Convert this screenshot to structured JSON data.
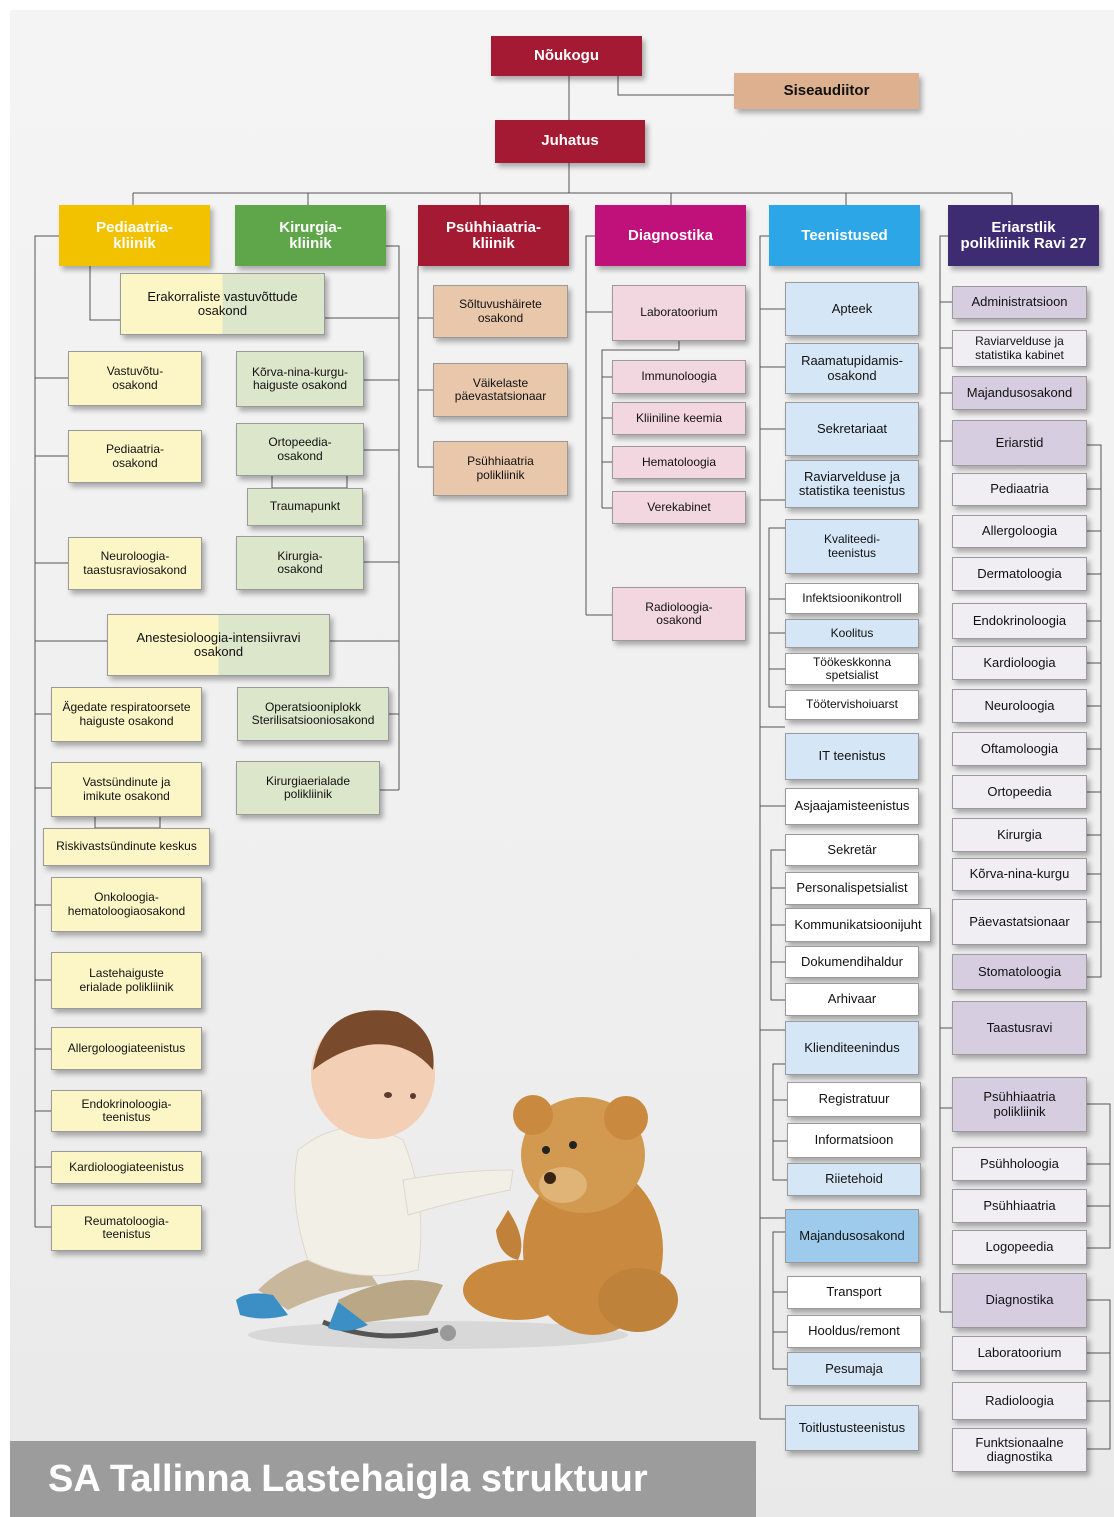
{
  "title": "SA Tallinna Lastehaigla struktuur",
  "colors": {
    "noukogu": "#a41a32",
    "siseaudiitor": "#ddb18f",
    "juhatus": "#a41a32",
    "pediaatria": "#f2c200",
    "kirurgia": "#5fa64a",
    "psuhhiaatria": "#a41a32",
    "diagnostika": "#c0107a",
    "teenistused": "#2da6e8",
    "eriarstlik": "#3e2c73"
  },
  "top": {
    "noukogu": "Nõukogu",
    "siseaudiitor": "Siseaudiitor",
    "juhatus": "Juhatus"
  },
  "heads": {
    "pediaatria": "Pediaatria-\nkliinik",
    "kirurgia": "Kirurgia-\nkliinik",
    "psuhhiaatria": "Psühhiaatria-\nkliinik",
    "diagnostika": "Diagnostika",
    "teenistused": "Teenistused",
    "eriarstlik": "Eriarstlik\npolikliinik Ravi 27"
  },
  "shared": {
    "erakorraliste": "Erakorraliste  vastuvõttude\nosakond",
    "anestesioloogia": "Anestesioloogia-intensiivravi\nosakond"
  },
  "pediaatria": [
    "Vastuvõtu-\nosakond",
    "Pediaatria-\nosakond",
    "Neuroloogia-\ntaastusraviosakond",
    "Ägedate respiratoorsete\nhaiguste osakond",
    "Vastsündinute ja\nimikute osakond",
    "Riskivastsündinute keskus",
    "Onkoloogia-\nhematoloogiaosakond",
    "Lastehaiguste\nerialade polikliinik",
    "Allergoloogiateenistus",
    "Endokrinoloogia-\nteenistus",
    "Kardioloogiateenistus",
    "Reumatoloogia-\nteenistus"
  ],
  "kirurgia": [
    "Kõrva-nina-kurgu-\nhaiguste osakond",
    "Ortopeedia-\nosakond",
    "Traumapunkt",
    "Kirurgia-\nosakond",
    "Operatsiooniplokk\nSterilisatsiooniosakond",
    "Kirurgiaerialade\npolikliinik"
  ],
  "psuhhiaatria": [
    "Sõltuvushäirete\nosakond",
    "Väikelaste\npäevastatsionaar",
    "Psühhiaatria\npolikliinik"
  ],
  "diagnostika": [
    "Laboratoorium",
    "Immunoloogia",
    "Kliiniline keemia",
    "Hematoloogia",
    "Verekabinet",
    "Radioloogia-\nosakond"
  ],
  "teenistused": [
    "Apteek",
    "Raamatupidamis-\nosakond",
    "Sekretariaat",
    "Raviarvelduse ja\nstatistika teenistus",
    "Kvaliteedi-\nteenistus",
    "Infektsioonikontroll",
    "Koolitus",
    "Töökeskkonna\nspetsialist",
    "Töötervishoiuarst",
    "IT teenistus",
    "Asjaajamisteenistus",
    "Sekretär",
    "Personalispetsialist",
    "Kommunikatsioonijuht",
    "Dokumendihaldur",
    "Arhivaar",
    "Klienditeenindus",
    "Registratuur",
    "Informatsioon",
    "Riietehoid",
    "Majandusosakond",
    "Transport",
    "Hooldus/remont",
    "Pesumaja",
    "Toitlustusteenistus"
  ],
  "eriarstlik": [
    "Administratsioon",
    "Raviarvelduse ja\nstatistika kabinet",
    "Majandusosakond",
    "Eriarstid",
    "Pediaatria",
    "Allergoloogia",
    "Dermatoloogia",
    "Endokrinoloogia",
    "Kardioloogia",
    "Neuroloogia",
    "Oftamoloogia",
    "Ortopeedia",
    "Kirurgia",
    "Kõrva-nina-kurgu",
    "Päevastatsionaar",
    "Stomatoloogia",
    "Taastusravi",
    "Psühhiaatria\npolikliinik",
    "Psühholoogia",
    "Psühhiaatria",
    "Logopeedia",
    "Diagnostika",
    "Laboratoorium",
    "Radioloogia",
    "Funktsionaalne\ndiagnostika"
  ]
}
